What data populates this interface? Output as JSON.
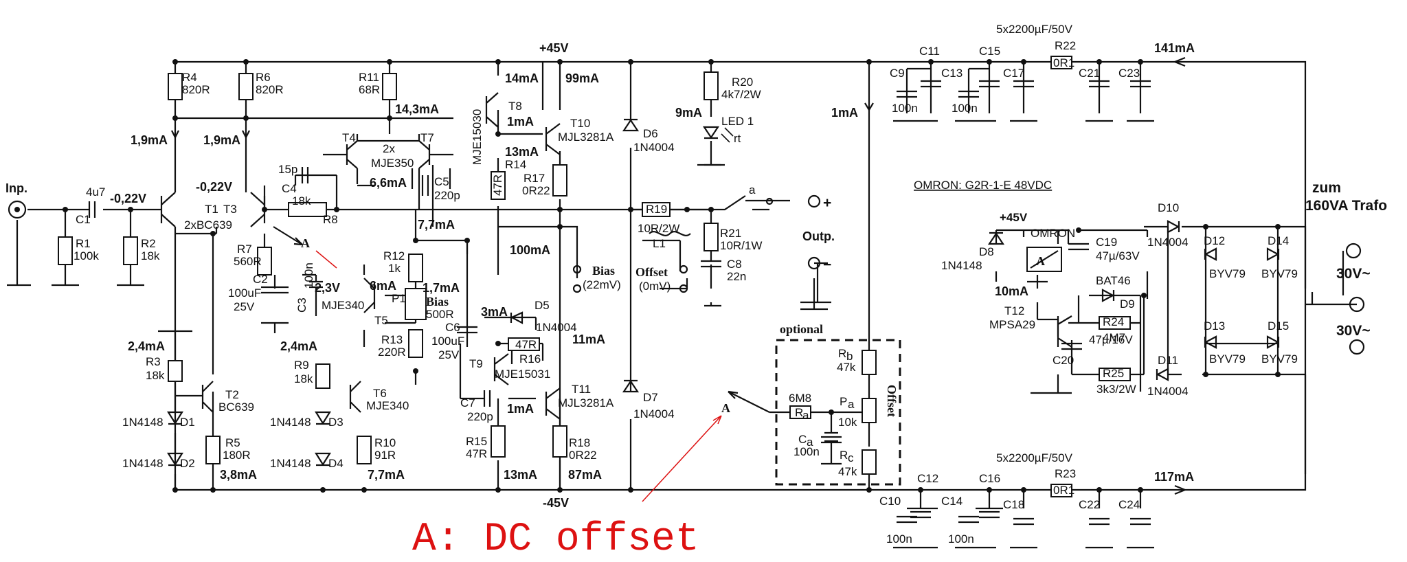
{
  "rails": {
    "pos": "+45V",
    "neg": "-45V",
    "relay_supply": "+45V"
  },
  "currents": {
    "top_right": "141mA",
    "bottom_right": "117mA",
    "r4": "1,9mA",
    "r6": "1,9mA",
    "r11": "14,3mA",
    "t7": "6,6mA",
    "t8": "14mA",
    "t10": "99mA",
    "t8e": "1mA",
    "t8c": "13mA",
    "led": "9mA",
    "rail1": "1mA",
    "t5": "6mA",
    "p1": "1,7mA",
    "r12": "7,7mA",
    "q100": "100mA",
    "d5": "3mA",
    "r16": "11mA",
    "r3": "2,4mA",
    "r9": "2,4mA",
    "r5": "3,8mA",
    "r10": "7,7mA",
    "t9": "1mA",
    "r15": "13mA",
    "r18": "87mA",
    "relay": "10mA"
  },
  "voltages": {
    "in": "-0,22V",
    "t3": "-0,22V",
    "c3": "2,3V"
  },
  "labels": {
    "inp": "Inp.",
    "outp": "Outp.",
    "optional": "optional",
    "omron": "OMRON: G2R-1-E 48VDC",
    "omron_box": "OMRON",
    "trafo1": "zum",
    "trafo2": "160VA Trafo",
    "ac1": "30V~",
    "ac2": "30V~",
    "caps_top": "5x2200µF/50V",
    "caps_bot": "5x2200µF/50V",
    "bias": "Bias",
    "bias_v": "(22mV)",
    "offset": "Offset",
    "offset_v": "(0mV)",
    "offset_pot": "Offset",
    "led": "LED 1",
    "rt": "rt",
    "a": "A",
    "annotation": "A: DC offset",
    "relay_a": "A",
    "contact_a": "a",
    "plus": "+",
    "minus": "−"
  },
  "components": {
    "R1": [
      "R1",
      "100k"
    ],
    "R2": [
      "R2",
      "18k"
    ],
    "C1": [
      "C1",
      "4u7"
    ],
    "R3": [
      "R3",
      "18k"
    ],
    "R4": [
      "R4",
      "820R"
    ],
    "R5": [
      "R5",
      "180R"
    ],
    "R6": [
      "R6",
      "820R"
    ],
    "R7": [
      "R7",
      "560R"
    ],
    "R8": [
      "R8",
      "18k"
    ],
    "R9": [
      "R9",
      "18k"
    ],
    "R10": [
      "R10",
      "91R"
    ],
    "R11": [
      "R11",
      "68R"
    ],
    "R12": [
      "R12",
      "1k"
    ],
    "R13": [
      "R13",
      "220R"
    ],
    "R14": [
      "R14",
      "47R"
    ],
    "R15": [
      "R15",
      "47R"
    ],
    "R16": [
      "R16",
      "47R"
    ],
    "R17": [
      "R17",
      "0R22"
    ],
    "R18": [
      "R18",
      "0R22"
    ],
    "R19": [
      "R19",
      "10R/2W"
    ],
    "R20": [
      "R20",
      "4k7/2W"
    ],
    "R21": [
      "R21",
      "10R/1W"
    ],
    "R22": [
      "R22",
      "0R1"
    ],
    "R23": [
      "R23",
      "0R1"
    ],
    "R24": [
      "R24",
      "4M7"
    ],
    "R25": [
      "R25",
      "3k3/2W"
    ],
    "P1": [
      "P1",
      "Bias",
      "500R"
    ],
    "C2": [
      "C2",
      "100uF",
      "25V"
    ],
    "C3": [
      "C3",
      "100n"
    ],
    "C4": [
      "C4",
      "15p"
    ],
    "C5": [
      "C5",
      "220p"
    ],
    "C6": [
      "C6",
      "100uF",
      "25V"
    ],
    "C7": [
      "C7",
      "220p"
    ],
    "C8": [
      "C8",
      "22n"
    ],
    "C19": [
      "C19",
      "47µ/63V"
    ],
    "C20": [
      "C20",
      "47µ/16V"
    ],
    "T1": [
      "T1",
      "2xBC639"
    ],
    "T2": [
      "T2",
      "BC639"
    ],
    "T3": [
      "T3"
    ],
    "T4": [
      "T4",
      "2x",
      "MJE350"
    ],
    "T5": [
      "T5",
      "MJE340"
    ],
    "T6": [
      "T6",
      "MJE340"
    ],
    "T7": [
      "T7"
    ],
    "T8": [
      "T8",
      "MJE15030"
    ],
    "T9": [
      "T9",
      "MJE15031"
    ],
    "T10": [
      "T10",
      "MJL3281A"
    ],
    "T11": [
      "T11",
      "MJL3281A"
    ],
    "T12": [
      "T12",
      "MPSA29"
    ],
    "L1": [
      "L1"
    ],
    "D1": [
      "D1",
      "1N4148"
    ],
    "D2": [
      "D2",
      "1N4148"
    ],
    "D3": [
      "D3",
      "1N4148"
    ],
    "D4": [
      "D4",
      "1N4148"
    ],
    "D5": [
      "D5",
      "1N4004"
    ],
    "D6": [
      "D6",
      "1N4004"
    ],
    "D7": [
      "D7",
      "1N4004"
    ],
    "D8": [
      "D8",
      "1N4148"
    ],
    "D9": [
      "D9",
      "BAT46"
    ],
    "D10": [
      "D10",
      "1N4004"
    ],
    "D11": [
      "D11",
      "1N4004"
    ],
    "D12": [
      "D12",
      "BYV79"
    ],
    "D13": [
      "D13",
      "BYV79"
    ],
    "D14": [
      "D14",
      "BYV79"
    ],
    "D15": [
      "D15",
      "BYV79"
    ],
    "Rb": [
      "R",
      "b",
      "47k"
    ],
    "Ra": [
      "6M8",
      "R",
      "a"
    ],
    "Pa": [
      "P",
      "a",
      "10k"
    ],
    "Ca": [
      "C",
      "a",
      "100n"
    ],
    "Rc": [
      "R",
      "c",
      "47k"
    ],
    "C9": [
      "C9",
      "100n"
    ],
    "C10": [
      "C10",
      "100n"
    ],
    "C11": [
      "C11"
    ],
    "C12": [
      "C12"
    ],
    "C13": [
      "C13",
      "100n"
    ],
    "C14": [
      "C14",
      "100n"
    ],
    "C15": [
      "C15"
    ],
    "C16": [
      "C16"
    ],
    "C17": [
      "C17"
    ],
    "C18": [
      "C18"
    ],
    "C21": [
      "C21"
    ],
    "C22": [
      "C22"
    ],
    "C23": [
      "C23"
    ],
    "C24": [
      "C24"
    ]
  }
}
